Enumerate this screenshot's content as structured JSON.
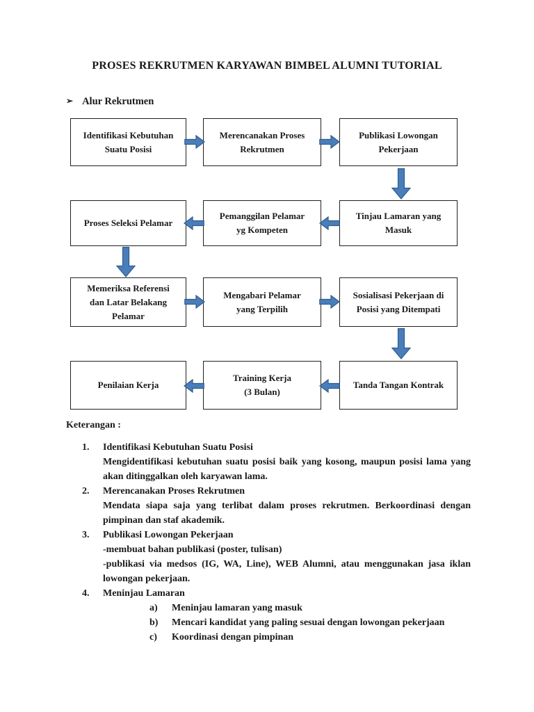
{
  "document": {
    "title": "PROSES REKRUTMEN KARYAWAN BIMBEL ALUMNI TUTORIAL",
    "section": {
      "bullet": "➢",
      "heading": "Alur Rekrutmen"
    }
  },
  "flowchart": {
    "arrow_fill": "#4a7ebb",
    "arrow_stroke": "#2f5b8c",
    "boxes": [
      {
        "label": "Identifikasi Kebutuhan\nSuatu Posisi"
      },
      {
        "label": "Merencanakan Proses\nRekrutmen"
      },
      {
        "label": "Publikasi Lowongan\nPekerjaan"
      },
      {
        "label": "Proses Seleksi Pelamar"
      },
      {
        "label": "Pemanggilan Pelamar\nyg Kompeten"
      },
      {
        "label": "Tinjau Lamaran yang\nMasuk"
      },
      {
        "label": "Memeriksa Referensi\ndan Latar Belakang\nPelamar"
      },
      {
        "label": "Mengabari Pelamar\nyang Terpilih"
      },
      {
        "label": "Sosialisasi Pekerjaan di\nPosisi yang Ditempati"
      },
      {
        "label": "Penilaian Kerja"
      },
      {
        "label": "Training Kerja\n(3 Bulan)"
      },
      {
        "label": "Tanda Tangan Kontrak"
      }
    ]
  },
  "keterangan": {
    "heading": "Keterangan :",
    "items": [
      {
        "num": "1.",
        "title": "Identifikasi Kebutuhan Suatu Posisi",
        "body": "Mengidentifikasi kebutuhan suatu posisi baik yang kosong, maupun posisi lama yang akan ditinggalkan oleh karyawan lama."
      },
      {
        "num": "2.",
        "title": "Merencanakan Proses Rekrutmen",
        "body": "Mendata siapa saja yang terlibat dalam proses rekrutmen. Berkoordinasi dengan pimpinan dan staf akademik."
      },
      {
        "num": "3.",
        "title": "Publikasi Lowongan Pekerjaan",
        "line1": "-membuat bahan publikasi (poster, tulisan)",
        "line2": "-publikasi via medsos (IG, WA, Line), WEB Alumni, atau menggunakan jasa iklan lowongan pekerjaan."
      },
      {
        "num": "4.",
        "title": "Meninjau Lamaran",
        "sub": [
          {
            "letter": "a)",
            "text": "Meninjau lamaran yang masuk"
          },
          {
            "letter": "b)",
            "text": "Mencari kandidat yang paling sesuai dengan lowongan pekerjaan"
          },
          {
            "letter": "c)",
            "text": "Koordinasi dengan pimpinan"
          }
        ]
      }
    ]
  }
}
